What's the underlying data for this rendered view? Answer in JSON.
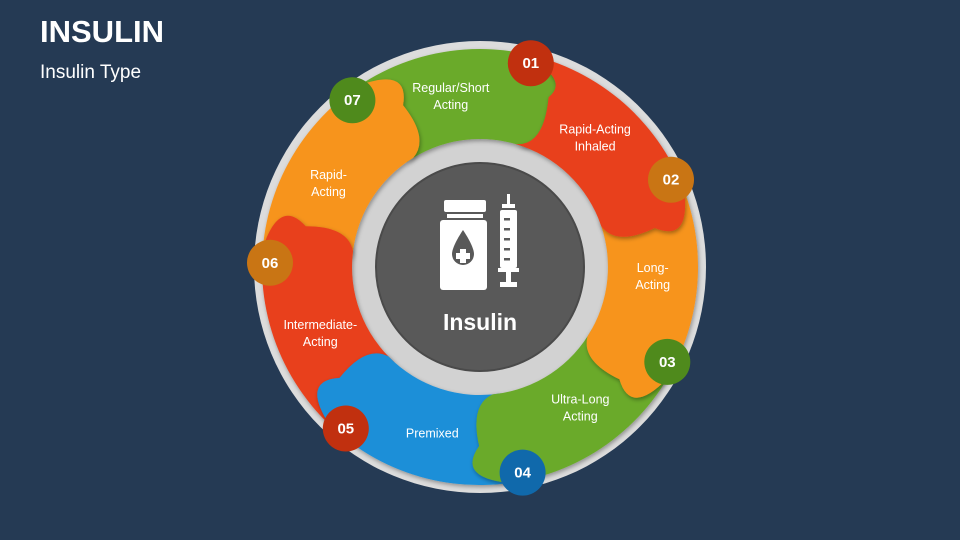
{
  "header": {
    "title": "INSULIN",
    "subtitle": "Insulin Type"
  },
  "center": {
    "label": "Insulin",
    "icons": [
      "insulin-vial-icon",
      "syringe-icon"
    ]
  },
  "segments": [
    {
      "number": "01",
      "lines": [
        "Rapid-Acting",
        "Inhaled"
      ],
      "color": "#e8401c",
      "dark": "#c1300f"
    },
    {
      "number": "02",
      "lines": [
        "Long-",
        "Acting"
      ],
      "color": "#f7941d",
      "dark": "#c97514"
    },
    {
      "number": "03",
      "lines": [
        "Ultra-Long",
        "Acting"
      ],
      "color": "#6aaa2a",
      "dark": "#4f8a1c"
    },
    {
      "number": "04",
      "lines": [
        "Premixed"
      ],
      "color": "#1b8fd8",
      "dark": "#1069ab"
    },
    {
      "number": "05",
      "lines": [
        "Intermediate-",
        "Acting"
      ],
      "color": "#e8401c",
      "dark": "#c1300f"
    },
    {
      "number": "06",
      "lines": [
        "Rapid-",
        "Acting"
      ],
      "color": "#f7941d",
      "dark": "#c97514"
    },
    {
      "number": "07",
      "lines": [
        "Regular/Short",
        "Acting"
      ],
      "color": "#6aaa2a",
      "dark": "#4f8a1c"
    }
  ],
  "colors": {
    "background": "#253a54",
    "ring": "#dcdcdc",
    "hub": "#595959"
  }
}
